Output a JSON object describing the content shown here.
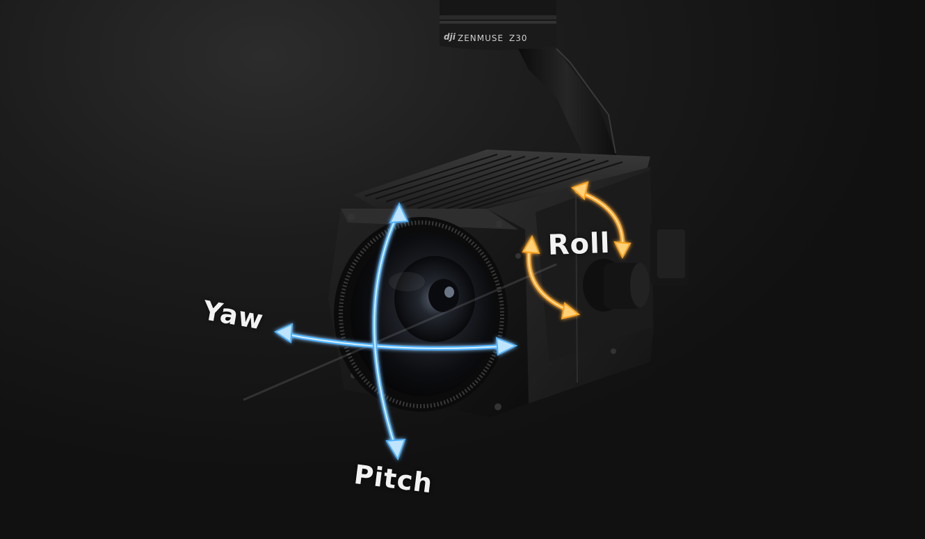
{
  "image": {
    "subject": "gimbal camera with rotation axes",
    "background_color": "#121212",
    "accent_colors": {
      "yaw_pitch_arrows": "#4fb3ff",
      "roll_arrow": "#ffa21a"
    }
  },
  "product": {
    "logo_text": "dji",
    "brand": "ZENMUSE",
    "model": "Z30"
  },
  "axes": {
    "yaw": "Yaw",
    "pitch": "Pitch",
    "roll": "Roll"
  },
  "icons": {
    "yaw_arrow": "double-arrow-horizontal-icon",
    "pitch_arrow": "double-arrow-vertical-icon",
    "roll_arrow": "curved-double-arrow-icon"
  }
}
